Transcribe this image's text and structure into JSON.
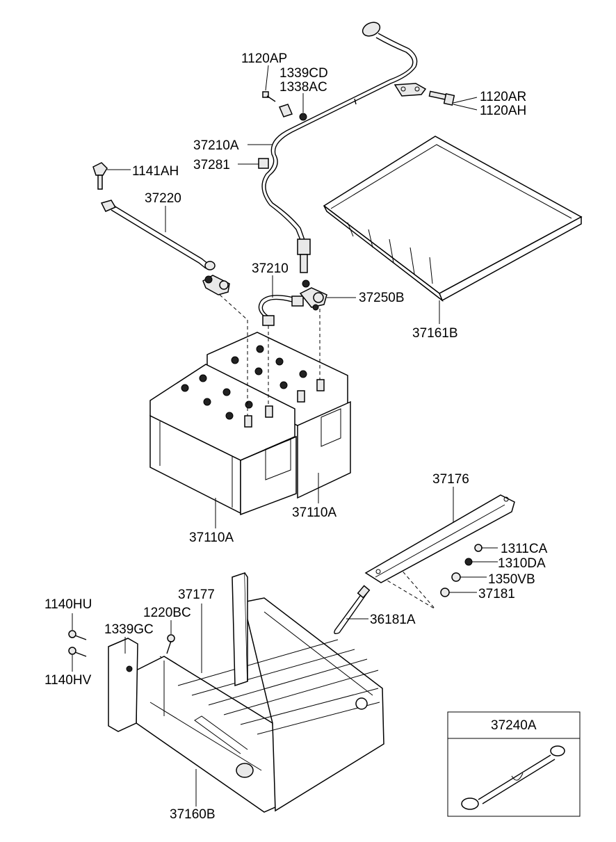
{
  "diagram": {
    "labels": {
      "p1120AP": "1120AP",
      "p1339CD": "1339CD",
      "p1338AC": "1338AC",
      "p1120AR": "1120AR",
      "p1120AH": "1120AH",
      "p37210A": "37210A",
      "p37281": "37281",
      "p1141AH": "1141AH",
      "p37220": "37220",
      "p37210": "37210",
      "p37250B": "37250B",
      "p37161B": "37161B",
      "p37110A_right": "37110A",
      "p37110A_left": "37110A",
      "p37176": "37176",
      "p1311CA": "1311CA",
      "p1310DA": "1310DA",
      "p1350VB": "1350VB",
      "p37181": "37181",
      "p36181A": "36181A",
      "p37177": "37177",
      "p1140HU": "1140HU",
      "p1220BC": "1220BC",
      "p1339GC": "1339GC",
      "p1140HV": "1140HV",
      "p37160B": "37160B",
      "p37240A": "37240A"
    }
  }
}
